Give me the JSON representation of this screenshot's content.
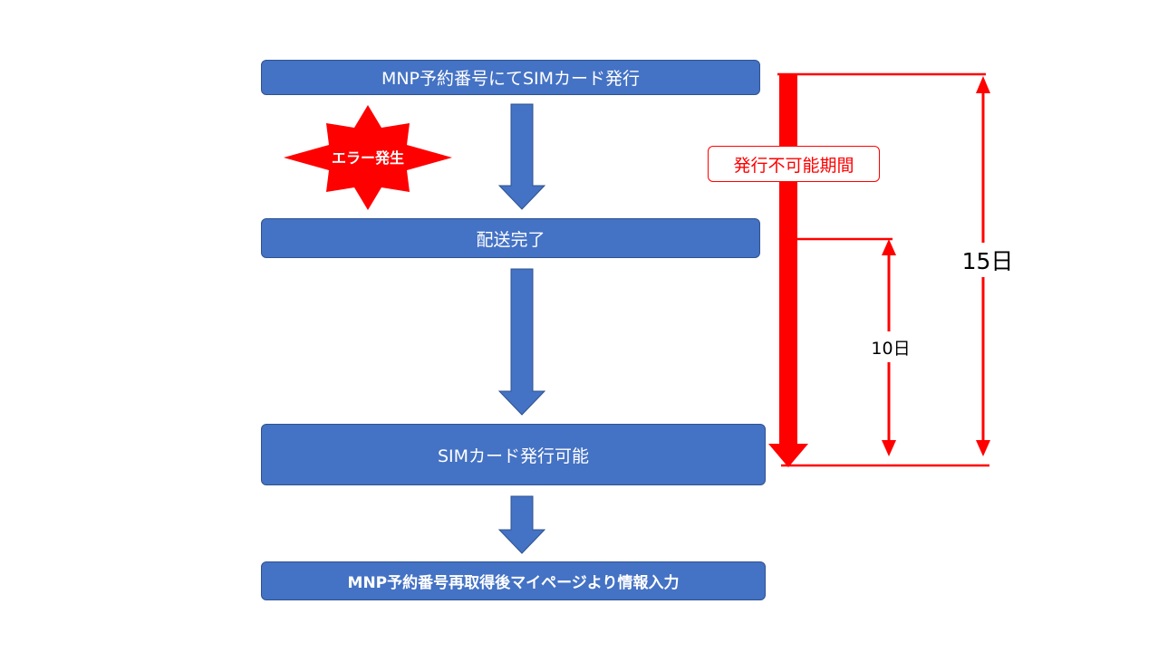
{
  "steps": [
    {
      "label": "MNP予約番号にてSIMカード発行"
    },
    {
      "label": "配送完了"
    },
    {
      "label": "SIMカード発行可能"
    },
    {
      "label": "MNP予約番号再取得後マイページより情報入力"
    }
  ],
  "error_badge": {
    "label": "エラー発生"
  },
  "unavailable_period": {
    "label": "発行不可能期間"
  },
  "durations": {
    "short_label": "10日",
    "long_label": "15日"
  },
  "colors": {
    "box_fill": "#4472C4",
    "arrow_fill": "#4472C4",
    "accent_red": "#FF0000"
  }
}
